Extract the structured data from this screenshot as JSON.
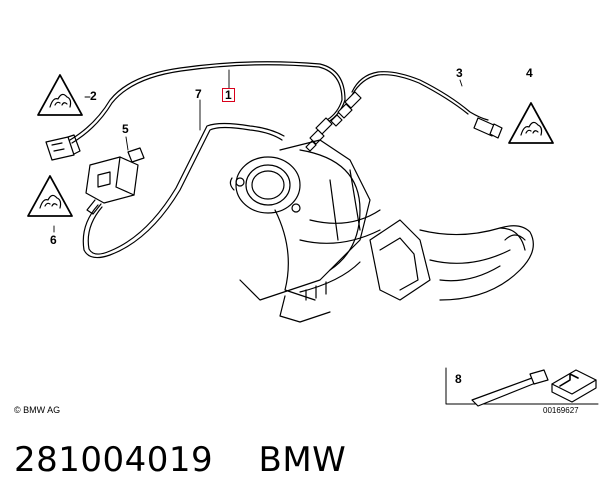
{
  "callouts": {
    "c1": "1",
    "c2": "2",
    "c3": "3",
    "c4": "4",
    "c5": "5",
    "c6": "6",
    "c7": "7",
    "c8": "8"
  },
  "copyright": "© BMW AG",
  "drawing_number": "00169627",
  "footer": {
    "part_number": "281004019",
    "brand": "BMW"
  },
  "colors": {
    "line": "#000000",
    "highlight": "#d9001b",
    "background": "#ffffff"
  },
  "icons": {
    "warning": "hot-surface-warning-icon"
  }
}
